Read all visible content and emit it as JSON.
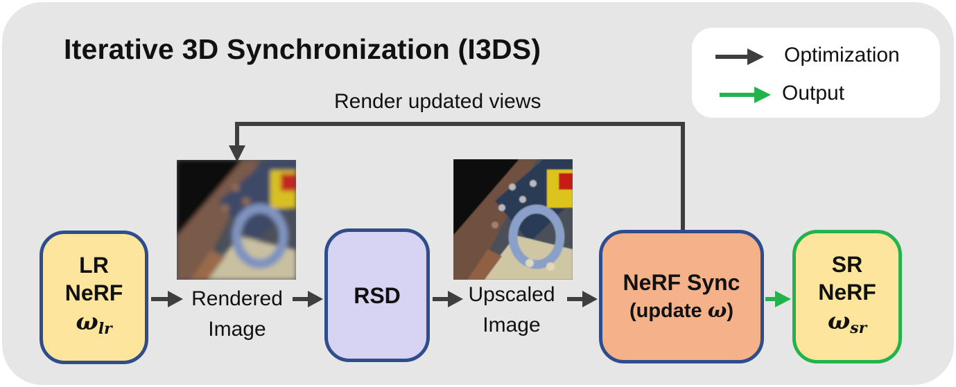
{
  "title": "Iterative 3D Synchronization (I3DS)",
  "legend": {
    "optimization_label": "Optimization",
    "output_label": "Output",
    "optimization_color": "#3f3e3f",
    "output_color": "#22b34c"
  },
  "loop_label": "Render updated views",
  "nodes": {
    "lr": {
      "line1": "LR",
      "line2": "NeRF",
      "symbol": "ω",
      "subscript": "lr"
    },
    "rsd": {
      "label": "RSD"
    },
    "sync": {
      "line1": "NeRF Sync",
      "line2_prefix": "(update ",
      "symbol": "ω",
      "line2_suffix": ")"
    },
    "sr": {
      "line1": "SR",
      "line2": "NeRF",
      "symbol": "ω",
      "subscript": "sr"
    }
  },
  "steps": {
    "rendered": {
      "line1": "Rendered",
      "line2": "Image"
    },
    "upscaled": {
      "line1": "Upscaled",
      "line2": "Image"
    }
  },
  "colors": {
    "panel": "#e7e6e7",
    "node_border": "#2f4d8c",
    "output_border": "#22b34c",
    "nerf_fill": "#fde69c",
    "rsd_fill": "#d7d3f2",
    "sync_fill": "#f5b187"
  }
}
